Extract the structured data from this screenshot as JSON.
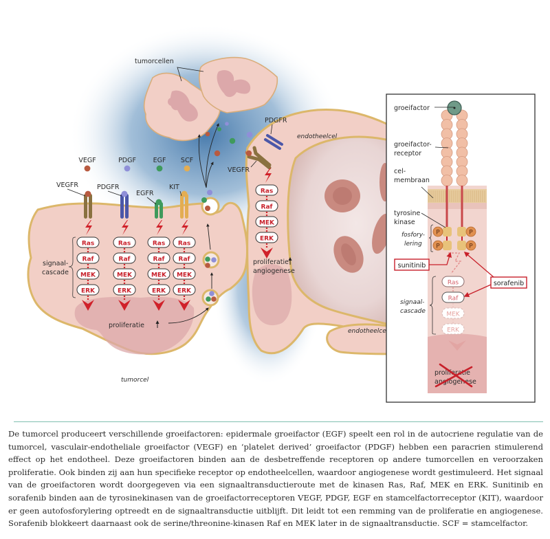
{
  "figure": {
    "labels": {
      "tumorcellen": "tumorcellen",
      "tumorcel": "tumorcel",
      "endotheelcel_top": "endotheelcel",
      "endotheelcel_bottom": "endotheelcel",
      "signaalcascade_line1": "signaal-",
      "signaalcascade_line2": "cascade",
      "proliferatie": "proliferatie",
      "endo_proliferatie": "proliferatie",
      "endo_angiogenese": "angiogenese",
      "endo_pdgfr": "PDGFR",
      "endo_vegfr": "VEGFR"
    },
    "growth_factors": [
      {
        "name": "VEGF",
        "color": "#b85a40"
      },
      {
        "name": "PDGF",
        "color": "#8f8fd8"
      },
      {
        "name": "EGF",
        "color": "#3f9a5c"
      },
      {
        "name": "SCF",
        "color": "#e3ad52"
      }
    ],
    "receptors": [
      {
        "name": "VEGFR",
        "color": "#8a7140"
      },
      {
        "name": "PDGFR",
        "color": "#4b57a8"
      },
      {
        "name": "EGFR",
        "color": "#3f9a5c"
      },
      {
        "name": "KIT",
        "color": "#e3ad52"
      }
    ],
    "cascade": [
      "Ras",
      "Raf",
      "MEK",
      "ERK"
    ],
    "colors": {
      "cell_fill": "#f2cfc6",
      "cell_border": "#d9b469",
      "nucleus": "#dca8aa",
      "signal_red": "#d0212a",
      "halo_blue": "#5d8fbf"
    }
  },
  "inset": {
    "labels": {
      "groeifactor": "groeifactor",
      "receptor_line1": "groeifactor-",
      "receptor_line2": "receptor",
      "membraan_line1": "cel-",
      "membraan_line2": "membraan",
      "tk_line1": "tyrosine",
      "tk_line2": "kinase",
      "fosfo_line1": "fosfory-",
      "fosfo_line2": "lering",
      "cascade_line1": "signaal-",
      "cascade_line2": "cascade",
      "outcome_line1": "proliferatie",
      "outcome_line2": "angiogenese",
      "phospho": "P"
    },
    "drugs": {
      "sunitinib": "sunitinib",
      "sorafenib": "sorafenib"
    },
    "cascade": [
      "Ras",
      "Raf",
      "MEK",
      "ERK"
    ]
  },
  "caption": "De tumorcel produceert verschillende groeifactoren: epidermale groeifactor (EGF) speelt een rol in de autocriene regulatie van de tumorcel, vasculair-endotheliale groeifactor (VEGF) en ‘platelet derived’ groeifactor (PDGF) hebben een paracrien stimulerend effect op het endotheel. Deze groeifactoren binden aan de desbetreffende receptoren op andere tumorcellen en veroorzaken proliferatie. Ook binden zij aan hun specifieke receptor op endotheelcellen, waardoor angiogenese wordt gestimuleerd. Het signaal van de groeifactoren wordt doorgegeven via een signaaltransductieroute met de kinasen Ras, Raf, MEK en ERK. Sunitinib en sorafenib binden aan de tyrosinekinasen van de groeifactorreceptoren VEGF, PDGF, EGF en stamcelfactorreceptor (KIT), waardoor er geen autofosforylering optreedt en de signaaltransductie uitblijft. Dit leidt tot een remming van de proliferatie en angiogenese. Sorafenib blokkeert daarnaast ook de serine/threonine-kinasen Raf en MEK later in de signaaltransductie. SCF = stamcelfactor."
}
